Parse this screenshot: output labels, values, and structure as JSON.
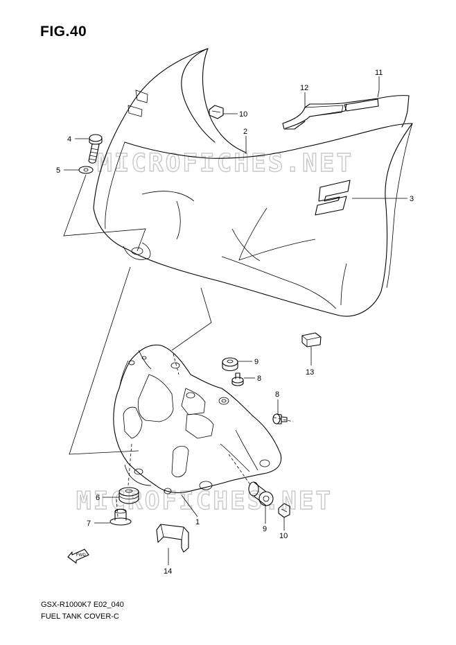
{
  "figure": {
    "title": "FIG.40"
  },
  "watermarks": [
    "MICROFICHES.NET",
    "MICROFICHES.NET"
  ],
  "callouts": [
    {
      "id": "1",
      "label": "1"
    },
    {
      "id": "2",
      "label": "2"
    },
    {
      "id": "3",
      "label": "3"
    },
    {
      "id": "4",
      "label": "4"
    },
    {
      "id": "5",
      "label": "5"
    },
    {
      "id": "6",
      "label": "6"
    },
    {
      "id": "7",
      "label": "7"
    },
    {
      "id": "8a",
      "label": "8"
    },
    {
      "id": "8b",
      "label": "8"
    },
    {
      "id": "9a",
      "label": "9"
    },
    {
      "id": "9b",
      "label": "9"
    },
    {
      "id": "10a",
      "label": "10"
    },
    {
      "id": "10b",
      "label": "10"
    },
    {
      "id": "11",
      "label": "11"
    },
    {
      "id": "12",
      "label": "12"
    },
    {
      "id": "13",
      "label": "13"
    },
    {
      "id": "14",
      "label": "14"
    }
  ],
  "fwd_arrow": {
    "label": "FWD"
  },
  "footer": {
    "model_code": "GSX-R1000K7 E02_040",
    "part_name": "FUEL TANK COVER-C"
  }
}
